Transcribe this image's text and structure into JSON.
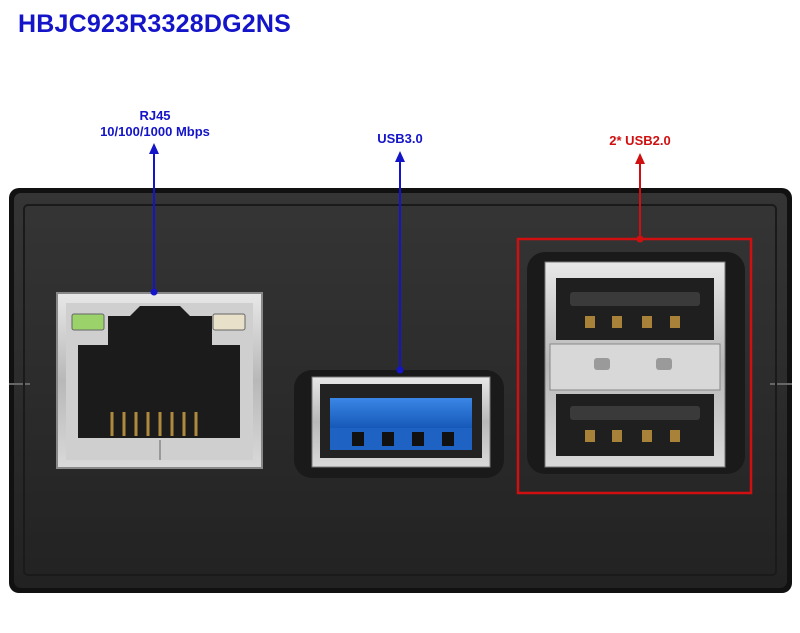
{
  "title": "HBJC923R3328DG2NS",
  "labels": {
    "rj45_line1": "RJ45",
    "rj45_line2": "10/100/1000 Mbps",
    "usb3": "USB3.0",
    "usb2": "2* USB2.0"
  },
  "colors": {
    "title": "#1414c8",
    "blue_callout": "#1414c8",
    "red_callout": "#d01010",
    "chassis": "#2a2a2a",
    "usb3_tongue": "#1e6fd6"
  },
  "icons": [
    "rj45-port-icon",
    "usb3-port-icon",
    "dual-usb2-port-icon"
  ]
}
